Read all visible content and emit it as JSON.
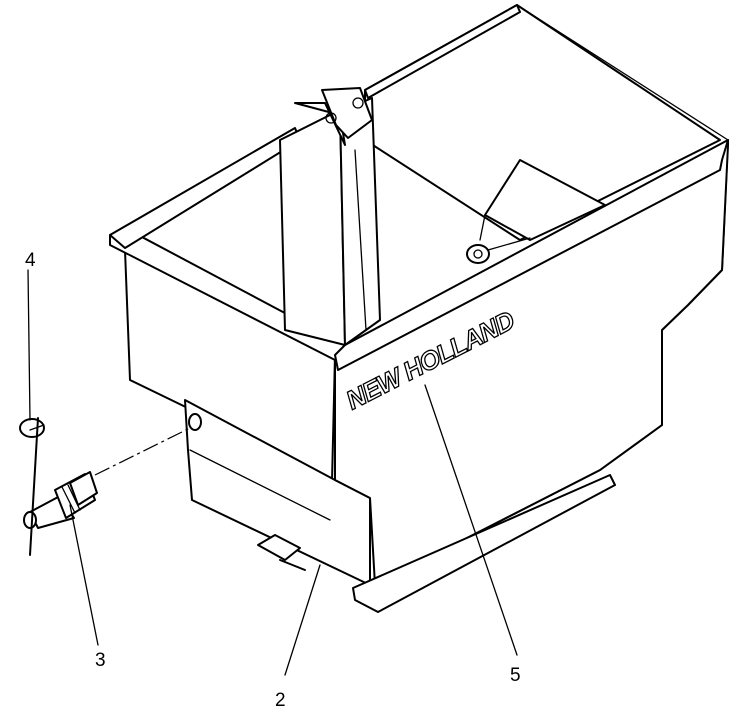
{
  "diagram": {
    "brand_text": "NEW HOLLAND",
    "callouts": [
      {
        "id": "2",
        "label": "2"
      },
      {
        "id": "3",
        "label": "3"
      },
      {
        "id": "4",
        "label": "4"
      },
      {
        "id": "5",
        "label": "5"
      }
    ]
  }
}
